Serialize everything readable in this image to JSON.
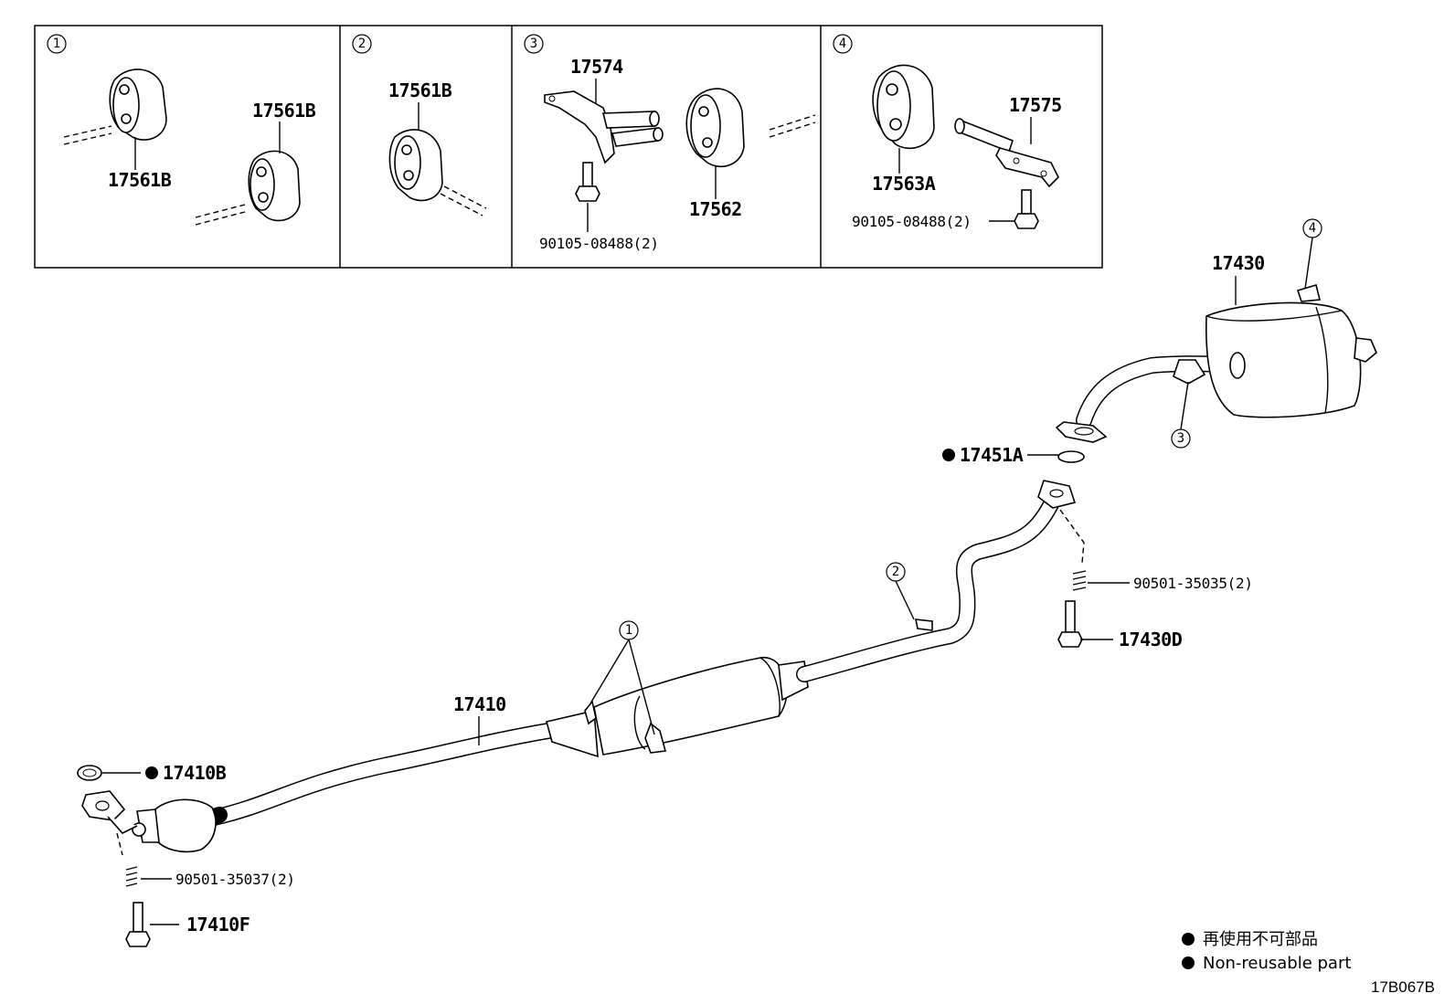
{
  "boxes": [
    {
      "number": "1",
      "labels": [
        "17561B",
        "17561B"
      ]
    },
    {
      "number": "2",
      "labels": [
        "17561B"
      ]
    },
    {
      "number": "3",
      "labels": [
        "17574",
        "17562",
        "90105-08488(2)"
      ]
    },
    {
      "number": "4",
      "labels": [
        "17575",
        "17563A",
        "90105-08488(2)"
      ]
    }
  ],
  "main_labels": {
    "front_pipe": "17410",
    "gasket_front": "17410B",
    "spring_front": "90501-35037(2)",
    "bolt_front": "17410F",
    "tail_pipe": "17430",
    "gasket_rear": "17451A",
    "spring_rear": "90501-35035(2)",
    "bolt_rear": "17430D"
  },
  "callouts": {
    "c1": "1",
    "c2": "2",
    "c3": "3",
    "c4": "4"
  },
  "legend": {
    "line_ja": "再使用不可部品",
    "line_en": "Non-reusable part"
  },
  "diagram_code": "17B067B"
}
